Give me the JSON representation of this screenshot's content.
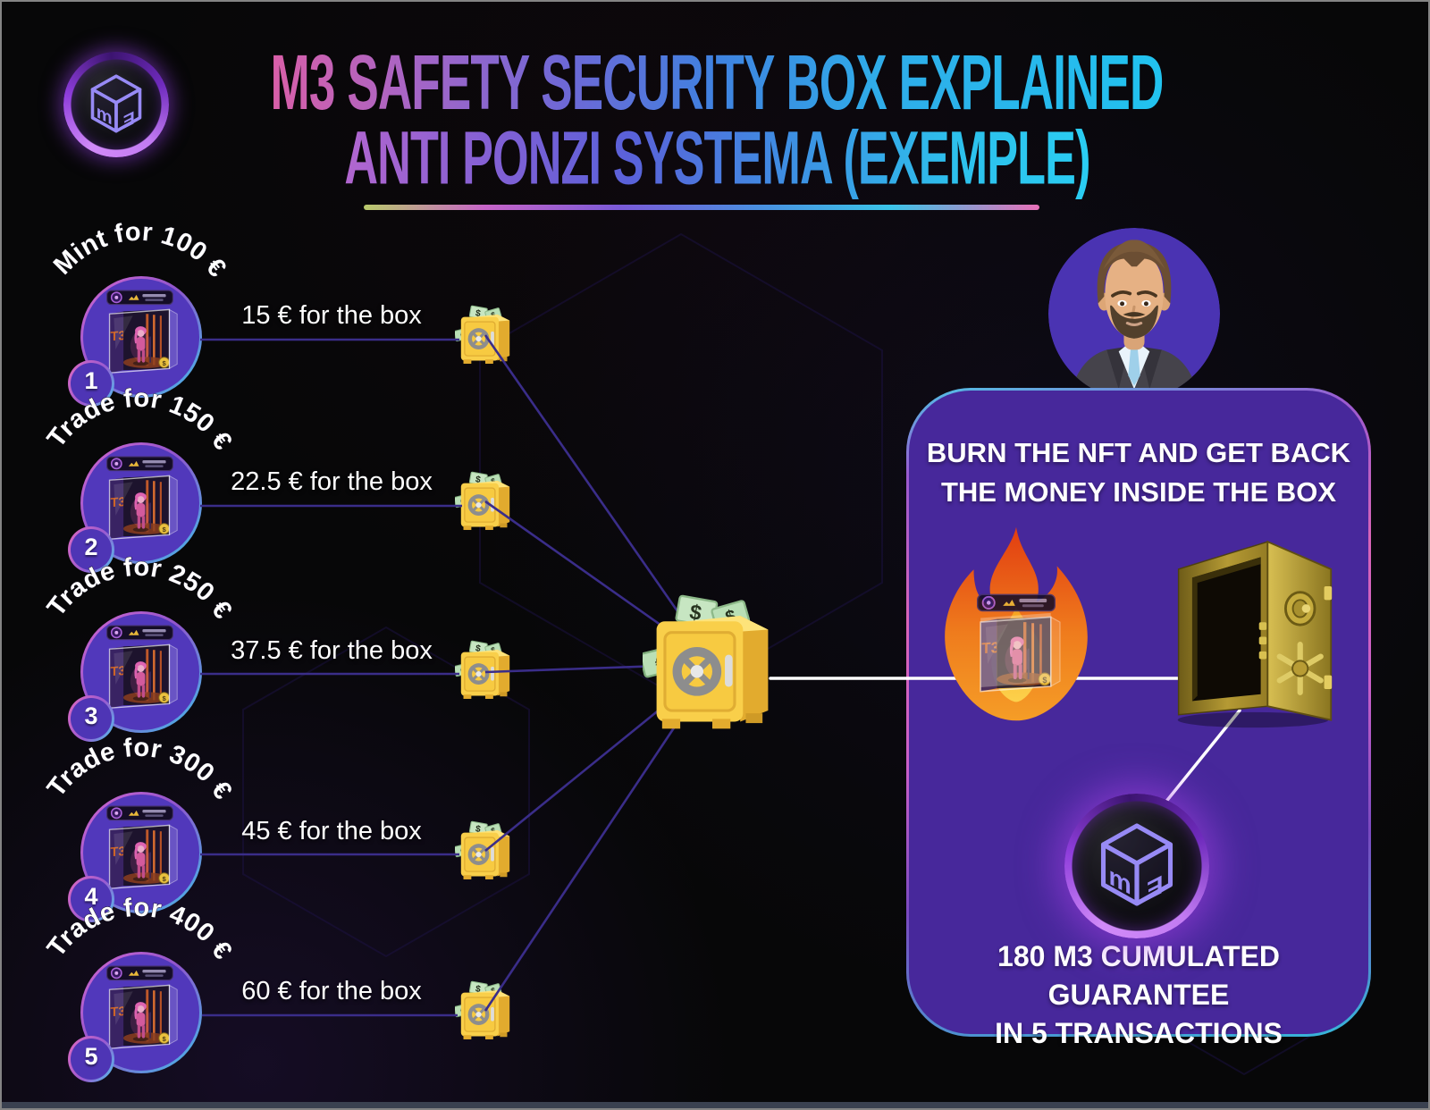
{
  "header": {
    "logo_text": "M3",
    "title_line1": "M3 SAFETY SECURITY BOX EXPLAINED",
    "title_line2": "ANTI PONZI SYSTEMA (EXEMPLE)"
  },
  "steps": [
    {
      "number": "1",
      "label": "Mint for 100 €",
      "price": "15 € for the box"
    },
    {
      "number": "2",
      "label": "Trade for 150 €",
      "price": "22.5 € for the box"
    },
    {
      "number": "3",
      "label": "Trade for 250 €",
      "price": "37.5 € for the box"
    },
    {
      "number": "4",
      "label": "Trade for 300 €",
      "price": "45 € for the box"
    },
    {
      "number": "5",
      "label": "Trade for 400 €",
      "price": "60 € for the box"
    }
  ],
  "panel": {
    "title_line1": "BURN THE NFT AND GET BACK",
    "title_line2": "THE MONEY INSIDE THE BOX",
    "footer_line1": "180 M3 CUMULATED GUARANTEE",
    "footer_line2": "IN 5 TRANSACTIONS"
  },
  "icons": {
    "header_logo": "m3-cube-logo",
    "nft": "nft-display-box",
    "small_safe": "yellow-safe-with-cash",
    "central_safe": "yellow-safe-with-cash",
    "burn": "flame-burning-nft",
    "vault": "gold-open-vault",
    "panel_logo": "m3-cube-logo",
    "avatar": "bearded-man-avatar"
  },
  "colors": {
    "background": "#070708",
    "panel_purple": "#47289b",
    "circle_purple": "#5138bb",
    "line_purple": "#3a2d89",
    "safe_gold": "#f9cf4a",
    "white_line": "#ffffff",
    "title_gradient_start": "#d95fa8",
    "title_gradient_end": "#22c2ee"
  }
}
